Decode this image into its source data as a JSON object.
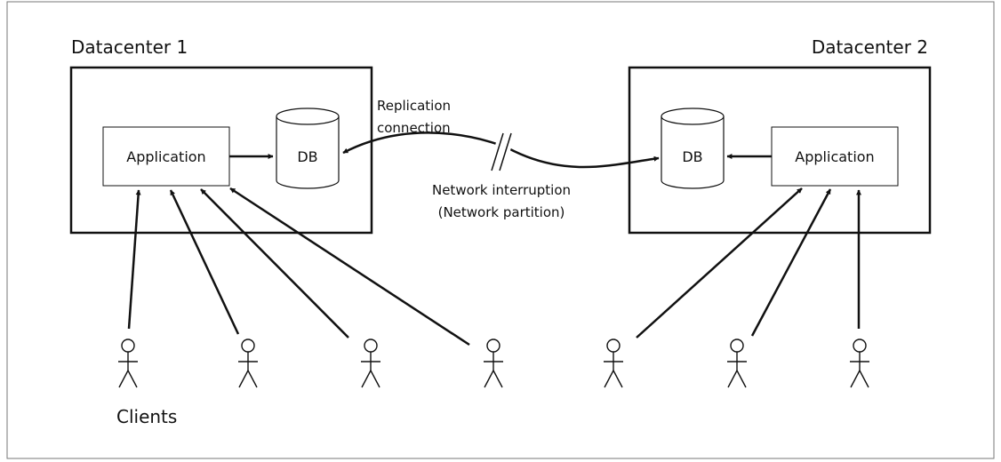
{
  "diagram": {
    "datacenter1": {
      "title": "Datacenter 1",
      "app_label": "Application",
      "db_label": "DB"
    },
    "datacenter2": {
      "title": "Datacenter 2",
      "app_label": "Application",
      "db_label": "DB"
    },
    "replication_label": [
      "Replication",
      "connection"
    ],
    "interruption_label": [
      "Network interruption",
      "(Network partition)"
    ],
    "clients_label": "Clients",
    "client_count": 7,
    "colors": {
      "ink": "#111111",
      "frame": "#777777",
      "background": "#ffffff"
    }
  }
}
